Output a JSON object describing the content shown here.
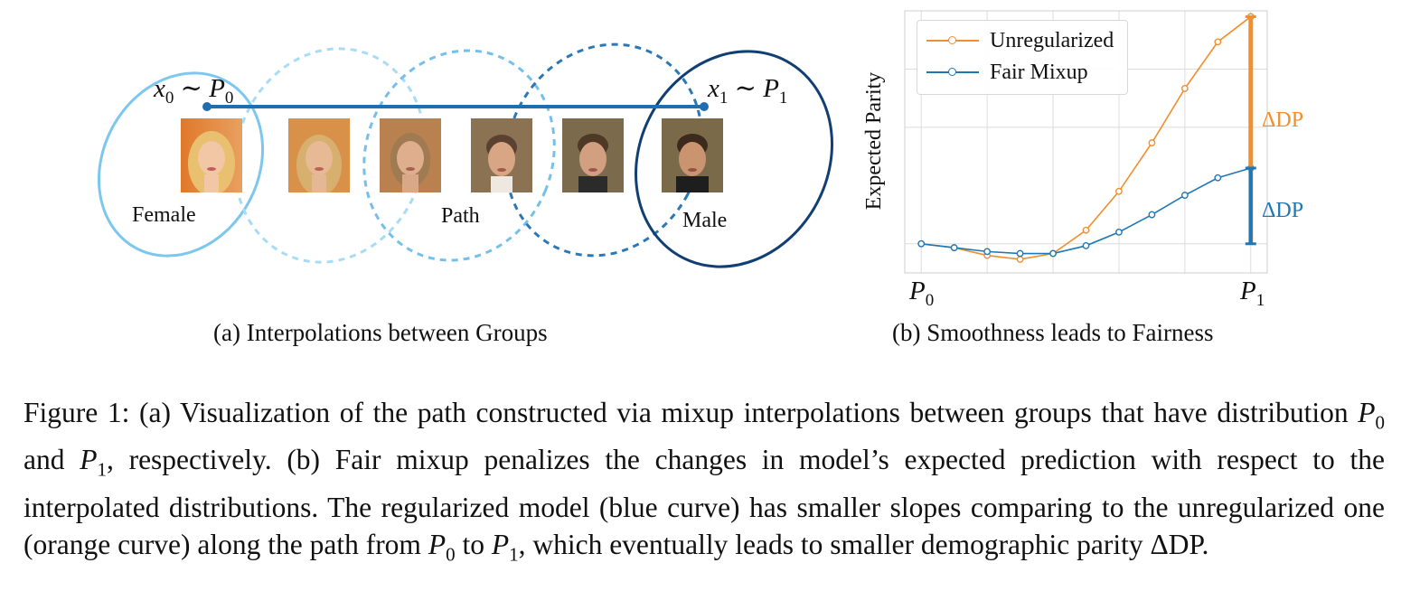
{
  "panel_a": {
    "start_label": "x",
    "start_sub": "0",
    "start_dist": "P",
    "start_dist_sub": "0",
    "end_label": "x",
    "end_sub": "1",
    "end_dist": "P",
    "end_dist_sub": "1",
    "tilde": "∼",
    "group_female": "Female",
    "group_path": "Path",
    "group_male": "Male",
    "caption": "(a) Interpolations between Groups",
    "colors": {
      "female": "#7cc7ee",
      "mid1": "#a8dcf5",
      "mid2": "#74c0ea",
      "mid3": "#2b78b4",
      "male": "#123f73",
      "path_line": "#1f6fb0"
    }
  },
  "panel_b": {
    "caption": "(b) Smoothness leads to Fairness",
    "chart_data": {
      "type": "line",
      "ylabel": "Expected Parity",
      "xlabel": "",
      "x_ticks": [
        {
          "label": "P",
          "sub": "0"
        },
        {
          "label": "P",
          "sub": "1"
        }
      ],
      "x": [
        0,
        0.1,
        0.2,
        0.3,
        0.4,
        0.5,
        0.6,
        0.7,
        0.8,
        0.9,
        1.0
      ],
      "series": [
        {
          "name": "Unregularized",
          "color": "#f28e2b",
          "values": [
            0.0,
            -0.02,
            -0.06,
            -0.08,
            -0.05,
            0.07,
            0.27,
            0.52,
            0.8,
            1.04,
            1.17
          ]
        },
        {
          "name": "Fair Mixup",
          "color": "#1f77b4",
          "values": [
            0.0,
            -0.02,
            -0.04,
            -0.05,
            -0.05,
            -0.01,
            0.06,
            0.15,
            0.25,
            0.34,
            0.39
          ]
        }
      ],
      "ylim": [
        -0.15,
        1.2
      ],
      "xlim": [
        -0.05,
        1.05
      ],
      "grid": true,
      "legend": "top-left",
      "annotations": [
        {
          "text": "ΔDP",
          "color": "#f28e2b"
        },
        {
          "text": "ΔDP",
          "color": "#1f77b4"
        }
      ]
    }
  },
  "caption": {
    "label": "Figure 1:",
    "t1": " (a) Visualization of the path constructed via mixup interpolations between groups that have distribution ",
    "p0": "P",
    "p0_sub": "0",
    "t2": " and ",
    "p1": "P",
    "p1_sub": "1",
    "t3": ", respectively. (b) Fair mixup penalizes the changes in model’s expected prediction with respect to the interpolated distributions.  The regularized model (blue curve) has smaller slopes comparing to the unregularized one (orange curve) along the path from ",
    "p0b": "P",
    "p0b_sub": "0",
    "t4": " to ",
    "p1b": "P",
    "p1b_sub": "1",
    "t5": ", which eventually leads to smaller demographic parity ΔDP."
  }
}
